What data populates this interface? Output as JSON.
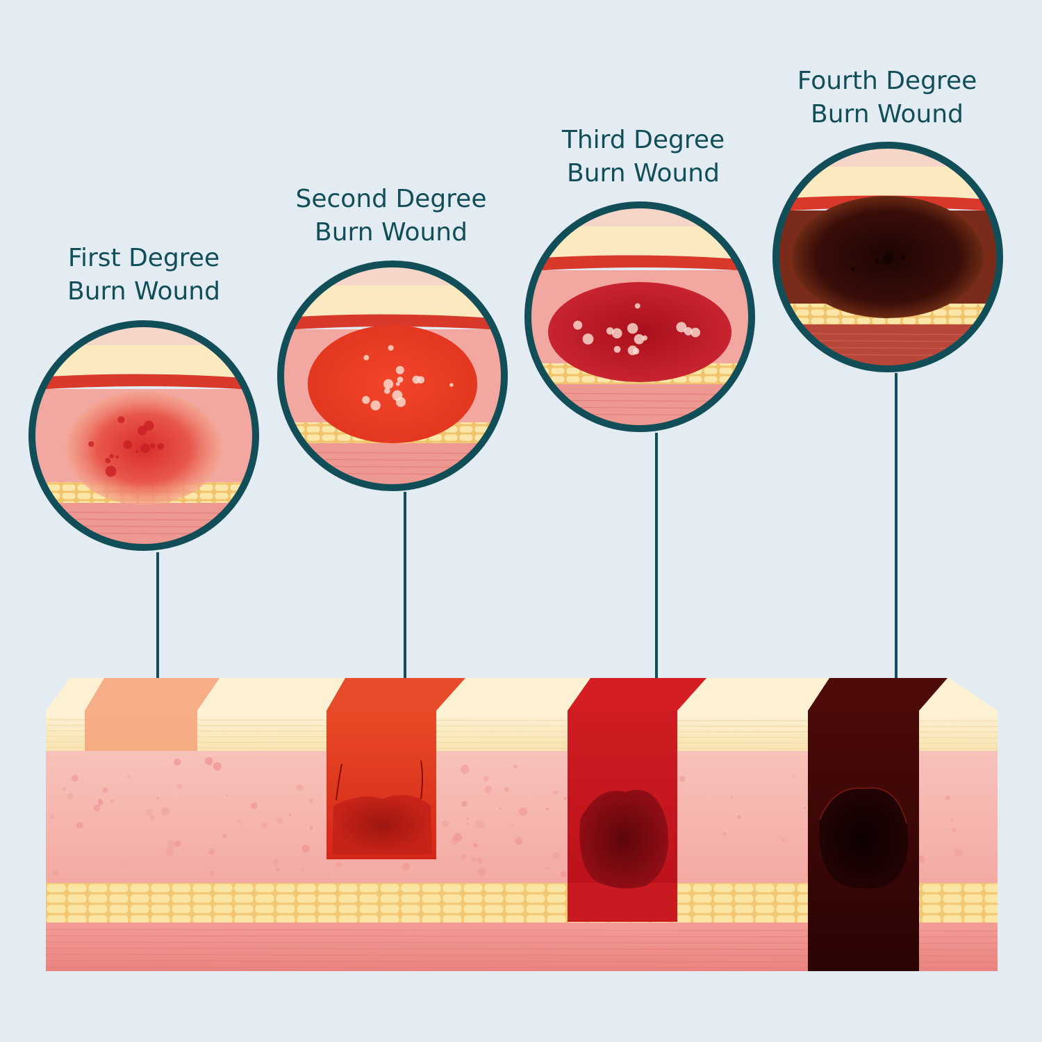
{
  "stages": [
    {
      "line1": "First Degree",
      "line2": "Burn Wound",
      "wound_color": "#e23b32",
      "column_color": "#f6a27a"
    },
    {
      "line1": "Second Degree",
      "line2": "Burn Wound",
      "wound_color": "#ee3c22",
      "column_color": "#d9321d"
    },
    {
      "line1": "Third Degree",
      "line2": "Burn Wound",
      "wound_color": "#b51b24",
      "column_color": "#c4141c"
    },
    {
      "line1": "Fourth Degree",
      "line2": "Burn Wound",
      "wound_color": "#3a0b08",
      "column_color": "#3b0707"
    }
  ],
  "colors": {
    "background": "#e3ecf3",
    "accent": "#124e57",
    "epidermis": "#fbecc2",
    "dermis": "#f5b3ad",
    "fat": "#f8dc8e",
    "muscle": "#ef8d8a"
  }
}
